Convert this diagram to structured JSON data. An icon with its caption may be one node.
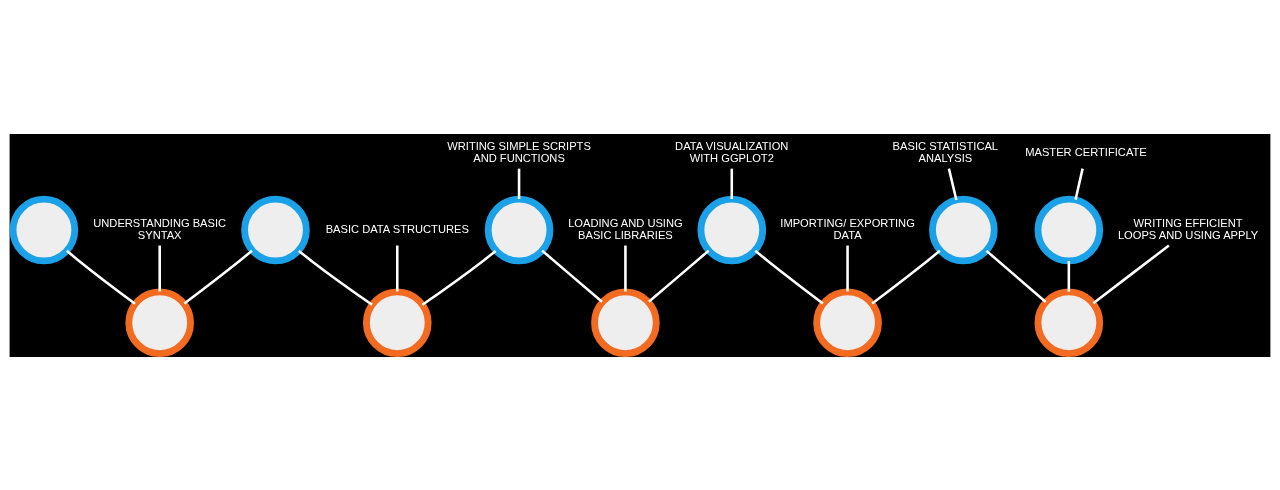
{
  "diagram": {
    "nodes": [
      {
        "text": [],
        "shape": "circle"
      },
      {
        "text": [],
        "shape": "circle"
      },
      {
        "text": [],
        "shape": "circle"
      },
      {
        "text": [],
        "shape": "circle"
      },
      {
        "text": [],
        "shape": "circle"
      },
      {
        "text": [],
        "shape": "circle"
      },
      {
        "text": [],
        "shape": "circle"
      },
      {
        "text": [],
        "shape": "circle"
      },
      {
        "text": [],
        "shape": "circle"
      },
      {
        "text": [],
        "shape": "circle"
      },
      {
        "text": [],
        "shape": "circle"
      },
      {
        "text": [
          "UNDERSTANDING BASIC SYNTAX"
        ]
      },
      {
        "text": [
          "BASIC DATA STRUCTURES"
        ]
      },
      {
        "text": [
          "WRITING SIMPLE SCRIPTS AND FUNCTIONS"
        ]
      },
      {
        "text": [
          "LOADING AND USING BASIC LIBRARIES"
        ]
      },
      {
        "text": [
          "DATA VISUALIZATION WITH GGPLOT2"
        ]
      },
      {
        "text": [
          "IMPORTING/ EXPORTING DATA"
        ]
      },
      {
        "text": [
          "BASIC STATISTICAL ANALYSIS"
        ]
      },
      {
        "text": [
          "WRITING EFFICIENT LOOPS AND USING APPLY"
        ]
      },
      {
        "text": [
          "MASTER CERTIFICATE"
        ]
      }
    ],
    "edges": [
      {
        "from": 0,
        "to": 1,
        "arrow": "none"
      },
      {
        "from": 1,
        "to": 2,
        "arrow": "none"
      },
      {
        "from": 2,
        "to": 3,
        "arrow": "none"
      },
      {
        "from": 3,
        "to": 4,
        "arrow": "none"
      },
      {
        "from": 4,
        "to": 5,
        "arrow": "none"
      },
      {
        "from": 5,
        "to": 6,
        "arrow": "none"
      },
      {
        "from": 6,
        "to": 7,
        "arrow": "none"
      },
      {
        "from": 7,
        "to": 8,
        "arrow": "none"
      },
      {
        "from": 8,
        "to": 9,
        "arrow": "none"
      },
      {
        "from": 9,
        "to": 10,
        "arrow": "none"
      },
      {
        "from": 11,
        "to": 1,
        "arrow": "none"
      },
      {
        "from": 12,
        "to": 3,
        "arrow": "none"
      },
      {
        "from": 13,
        "to": 4,
        "arrow": "none"
      },
      {
        "from": 14,
        "to": 5,
        "arrow": "none"
      },
      {
        "from": 15,
        "to": 6,
        "arrow": "none"
      },
      {
        "from": 16,
        "to": 7,
        "arrow": "none"
      },
      {
        "from": 17,
        "to": 8,
        "arrow": "none"
      },
      {
        "from": 18,
        "to": 9,
        "arrow": "none"
      },
      {
        "from": 19,
        "to": 10,
        "arrow": "none"
      }
    ]
  }
}
